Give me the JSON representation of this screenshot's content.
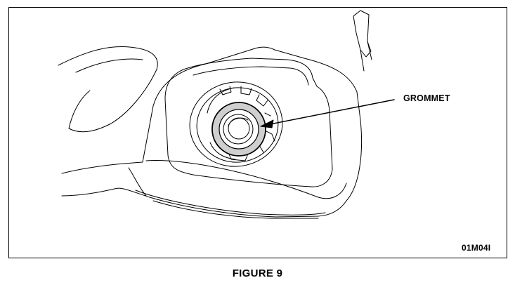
{
  "figure": {
    "callout_label": "GROMMET",
    "drawing_code": "01M04I",
    "caption": "FIGURE 9"
  },
  "colors": {
    "line": "#000000",
    "grommet_fill": "#cfcfcf",
    "background": "#ffffff"
  }
}
